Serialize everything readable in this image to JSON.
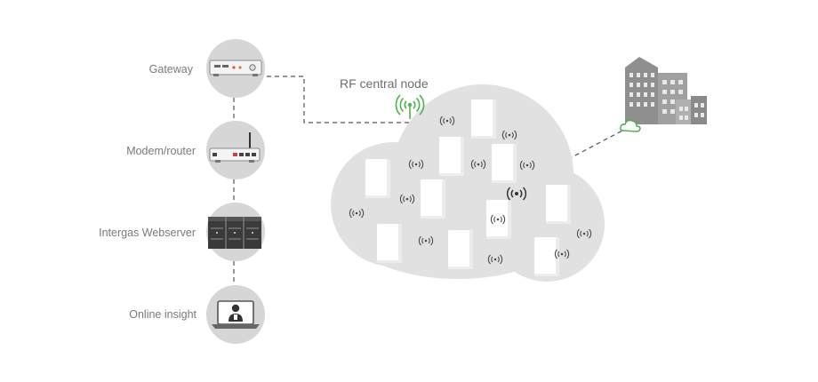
{
  "nodes": [
    {
      "label": "Gateway",
      "icon": "gateway-icon"
    },
    {
      "label": "Modem/router",
      "icon": "router-icon"
    },
    {
      "label": "Intergas Webserver",
      "icon": "server-rack-icon"
    },
    {
      "label": "Online insight",
      "icon": "laptop-user-icon"
    }
  ],
  "rf_label": "RF central node",
  "colors": {
    "circle": "#d6d6d6",
    "cloud": "#e1e1e1",
    "device": "#ffffff",
    "signal": "#4a4a4a",
    "accent_green": "#4db34d",
    "building": "#8f8f8f",
    "dash": "#555555",
    "text": "#7a7a7a"
  }
}
